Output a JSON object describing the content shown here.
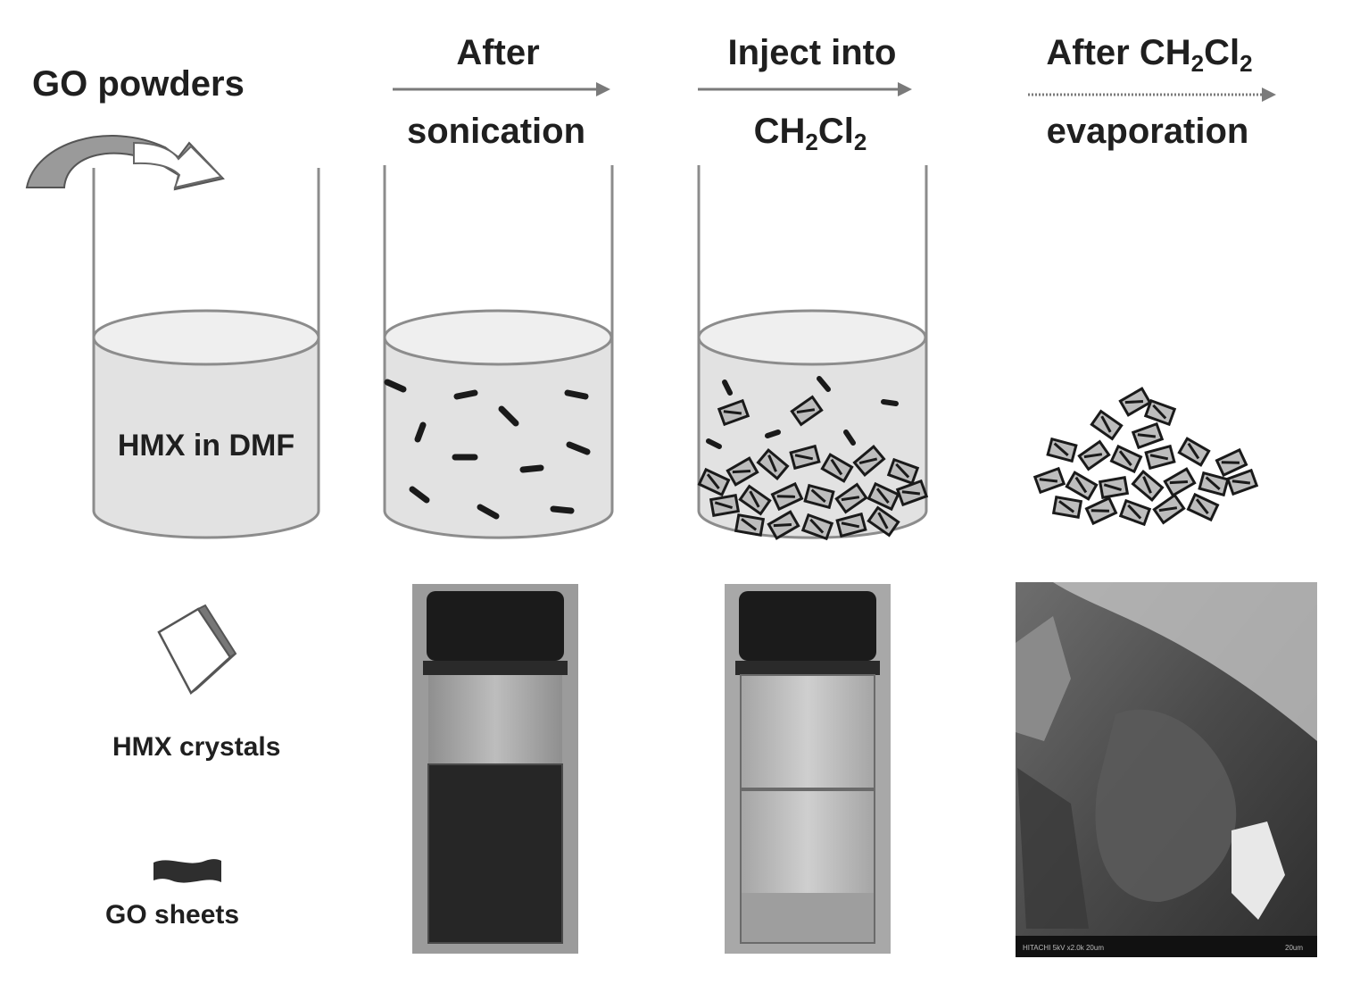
{
  "labels": {
    "go_powders": "GO powders",
    "step1_top": "After",
    "step1_bottom": "sonication",
    "step2_top": "Inject into",
    "step2_bottom_base": "CH",
    "step2_bottom_sub1": "2",
    "step2_bottom_mid": "Cl",
    "step2_bottom_sub2": "2",
    "step3_top_base": "After CH",
    "step3_top_sub1": "2",
    "step3_top_mid": "Cl",
    "step3_top_sub2": "2",
    "step3_bottom": "evaporation",
    "beaker1_text": "HMX in DMF",
    "legend_crystals": "HMX crystals",
    "legend_sheets": "GO sheets",
    "sem_footer_left": "HITACHI 5kV x2.0k 20um",
    "sem_footer_right": "20um"
  },
  "colors": {
    "liquid": "#e2e2e2",
    "beaker_line": "#8c8c8c",
    "arrow": "#7a7a7a",
    "text": "#1f1f1f",
    "vial_cap": "#1b1b1b",
    "dark_liquid": "#262626"
  },
  "icons": [
    "curved-arrow-icon",
    "hmx-crystal-icon",
    "go-sheet-icon",
    "process-arrow-icon"
  ]
}
